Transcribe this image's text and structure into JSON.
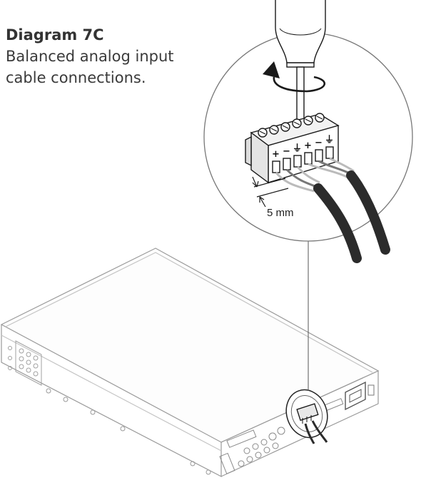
{
  "caption": {
    "title": "Diagram 7C",
    "line1": "Balanced analog input",
    "line2": "cable connections."
  },
  "callout": {
    "strip_length": "5 mm",
    "terminal_marks": [
      "+",
      "−",
      "⏚",
      "+",
      "−",
      "⏚"
    ]
  },
  "colors": {
    "line": "#1a1a1a",
    "light_line": "#9a9a9a",
    "cable": "#2b2b2b"
  }
}
